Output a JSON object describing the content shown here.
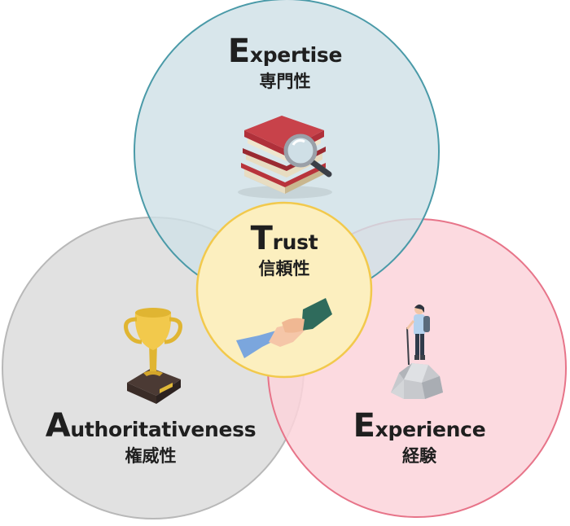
{
  "diagram": {
    "expertise": {
      "cap": "E",
      "rest": "xpertise",
      "jp": "専門性",
      "icon": "books-magnifier-icon"
    },
    "authoritativeness": {
      "cap": "A",
      "rest": "uthoritativeness",
      "jp": "権威性",
      "icon": "trophy-icon"
    },
    "experience": {
      "cap": "E",
      "rest": "xperience",
      "jp": "経験",
      "icon": "hiker-on-rock-icon"
    },
    "trust": {
      "cap": "T",
      "rest": "rust",
      "jp": "信頼性",
      "icon": "handshake-icon"
    }
  },
  "colors": {
    "expertise_fill": "#cfe1e7",
    "expertise_stroke": "#4a9aa8",
    "authoritativeness_fill": "#e1e1e1",
    "authoritativeness_stroke": "#b8b8b8",
    "experience_fill": "#fbd3da",
    "experience_stroke": "#e77489",
    "trust_fill": "#fcefbf",
    "trust_stroke": "#f2c94c"
  }
}
